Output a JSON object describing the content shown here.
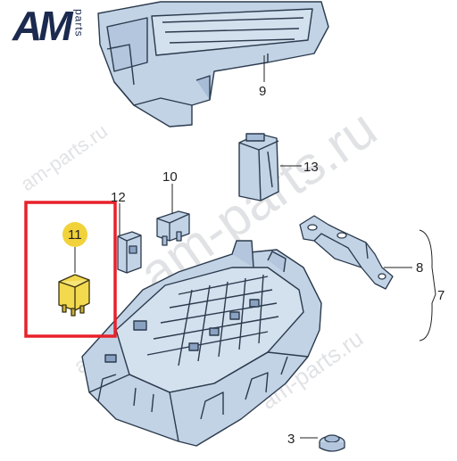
{
  "logo": {
    "main": "AM",
    "sub": "parts"
  },
  "watermarks": [
    "am-parts.ru",
    "am-parts.ru",
    "am-parts.ru",
    "am-parts.ru"
  ],
  "callouts": {
    "c3": "3",
    "c7": "7",
    "c8": "8",
    "c9": "9",
    "c10": "10",
    "c11": "11",
    "c12": "12",
    "c13": "13"
  },
  "colors": {
    "part_fill": "#c3d3e6",
    "part_stroke": "#2b3a4d",
    "highlight_box": "#e8212b",
    "relay_fill": "#f2d94e",
    "badge_fill": "#f1d23a"
  }
}
